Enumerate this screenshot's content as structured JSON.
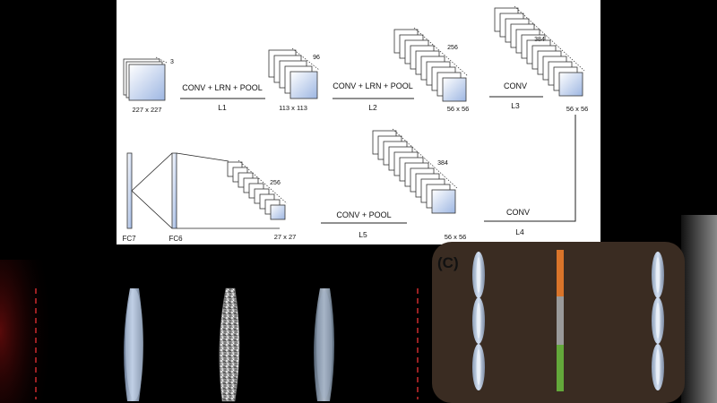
{
  "network": {
    "input": {
      "dims": "227 x 227",
      "depth": "3"
    },
    "blocks": [
      {
        "dims": "113 x 113",
        "depth": "96"
      },
      {
        "dims": "56 x 56",
        "depth": "256"
      },
      {
        "dims": "56 x 56",
        "depth": "384"
      },
      {
        "dims": "56 x 56",
        "depth": "384"
      },
      {
        "dims": "27 x 27",
        "depth": "256"
      }
    ],
    "stages": [
      {
        "op": "CONV + LRN + POOL",
        "layer": "L1"
      },
      {
        "op": "CONV + LRN + POOL",
        "layer": "L2"
      },
      {
        "op": "CONV",
        "layer": "L3"
      },
      {
        "op": "CONV",
        "layer": "L4"
      },
      {
        "op": "CONV + POOL",
        "layer": "L5"
      }
    ],
    "fc": {
      "fc6": "FC6",
      "fc7": "FC7"
    }
  },
  "panel_c": {
    "label": "(C)"
  },
  "colors": {
    "panel_bg": "#3a2c22",
    "bar_orange": "#d9742a",
    "bar_gray": "#9a9a9a",
    "bar_green": "#63a83a",
    "dashed_line": "#c0282a"
  }
}
